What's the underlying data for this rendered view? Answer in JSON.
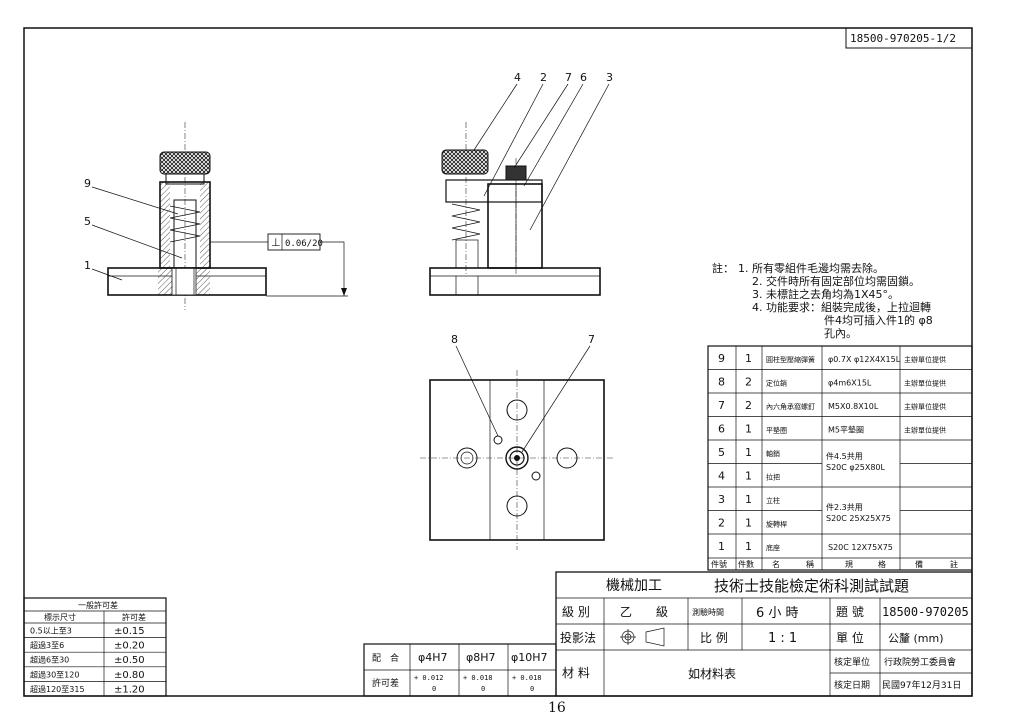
{
  "sheet_no": "18500-970205-1/2",
  "page_number": "16",
  "balloons": {
    "left": [
      "9",
      "5",
      "1"
    ],
    "right": [
      "4",
      "2",
      "7",
      "6",
      "3"
    ],
    "top": [
      "8",
      "7"
    ]
  },
  "tolerance_frame": {
    "symbol": "⊥",
    "value": "0.06/20"
  },
  "notes": {
    "label": "註：",
    "items": [
      "1. 所有零組件毛邊均需去除。",
      "2. 交件時所有固定部位均需固鎖。",
      "3. 未標註之去角均為1X45°。",
      "4. 功能要求：組裝完成後，上拉迴轉",
      "件4均可插入件1的 φ8",
      "孔內。"
    ]
  },
  "bom": {
    "rows": [
      {
        "no": "9",
        "qty": "1",
        "name": "圓柱型壓縮彈簧",
        "spec": "φ0.7X φ12X4X15L",
        "remark": "主辦單位提供"
      },
      {
        "no": "8",
        "qty": "2",
        "name": "定位銷",
        "spec": "φ4m6X15L",
        "remark": "主辦單位提供"
      },
      {
        "no": "7",
        "qty": "2",
        "name": "內六角承窩螺釘",
        "spec": "M5X0.8X10L",
        "remark": "主辦單位提供"
      },
      {
        "no": "6",
        "qty": "1",
        "name": "平墊圈",
        "spec": "M5平墊圈",
        "remark": "主辦單位提供"
      },
      {
        "no": "5",
        "qty": "1",
        "name": "軸銷",
        "spec": "",
        "remark": ""
      },
      {
        "no": "4",
        "qty": "1",
        "name": "拉把",
        "spec": "",
        "remark": ""
      },
      {
        "no": "3",
        "qty": "1",
        "name": "立柱",
        "spec": "",
        "remark": ""
      },
      {
        "no": "2",
        "qty": "1",
        "name": "旋轉桿",
        "spec": "",
        "remark": ""
      },
      {
        "no": "1",
        "qty": "1",
        "name": "底座",
        "spec": "S20C 12X75X75",
        "remark": ""
      }
    ],
    "merged_spec_45": [
      "件4.5共用",
      "S20C φ25X80L"
    ],
    "merged_spec_23": [
      "件2.3共用",
      "S20C 25X25X75"
    ],
    "header": [
      "件號",
      "件數",
      "名",
      "稱",
      "規",
      "格",
      "備",
      "註"
    ]
  },
  "title_block": {
    "field": "機械加工",
    "exam_title": "技術士技能檢定術科測試試題",
    "grade_label": "級 別",
    "grade_value": "乙　　級",
    "time_label": "測驗時間",
    "time_value": "6 小 時",
    "code_label": "題 號",
    "code_value": "18500-970205",
    "projection_label": "投影法",
    "scale_label": "比 例",
    "scale_value": "1 : 1",
    "unit_label": "單 位",
    "unit_value": "公釐 (mm)",
    "material_label": "材 料",
    "material_value": "如材料表",
    "approve_unit_label": "核定單位",
    "approve_unit_value": "行政院勞工委員會",
    "approve_date_label": "核定日期",
    "approve_date_value": "民國97年12月31日"
  },
  "fit_table": {
    "label_fit": "配　合",
    "label_tol": "許可差",
    "cols": [
      {
        "fit": "φ4H7",
        "upper": "+ 0.012",
        "lower": "0"
      },
      {
        "fit": "φ8H7",
        "upper": "+ 0.018",
        "lower": "0"
      },
      {
        "fit": "φ10H7",
        "upper": "+ 0.018",
        "lower": "0"
      }
    ]
  },
  "general_tolerance": {
    "title": "一般許可差",
    "header": [
      "標示尺寸",
      "許可差"
    ],
    "rows": [
      {
        "size": "0.5以上至3",
        "tol": "±0.15"
      },
      {
        "size": "超過3至6",
        "tol": "±0.20"
      },
      {
        "size": "超過6至30",
        "tol": "±0.50"
      },
      {
        "size": "超過30至120",
        "tol": "±0.80"
      },
      {
        "size": "超過120至315",
        "tol": "±1.20"
      }
    ]
  }
}
